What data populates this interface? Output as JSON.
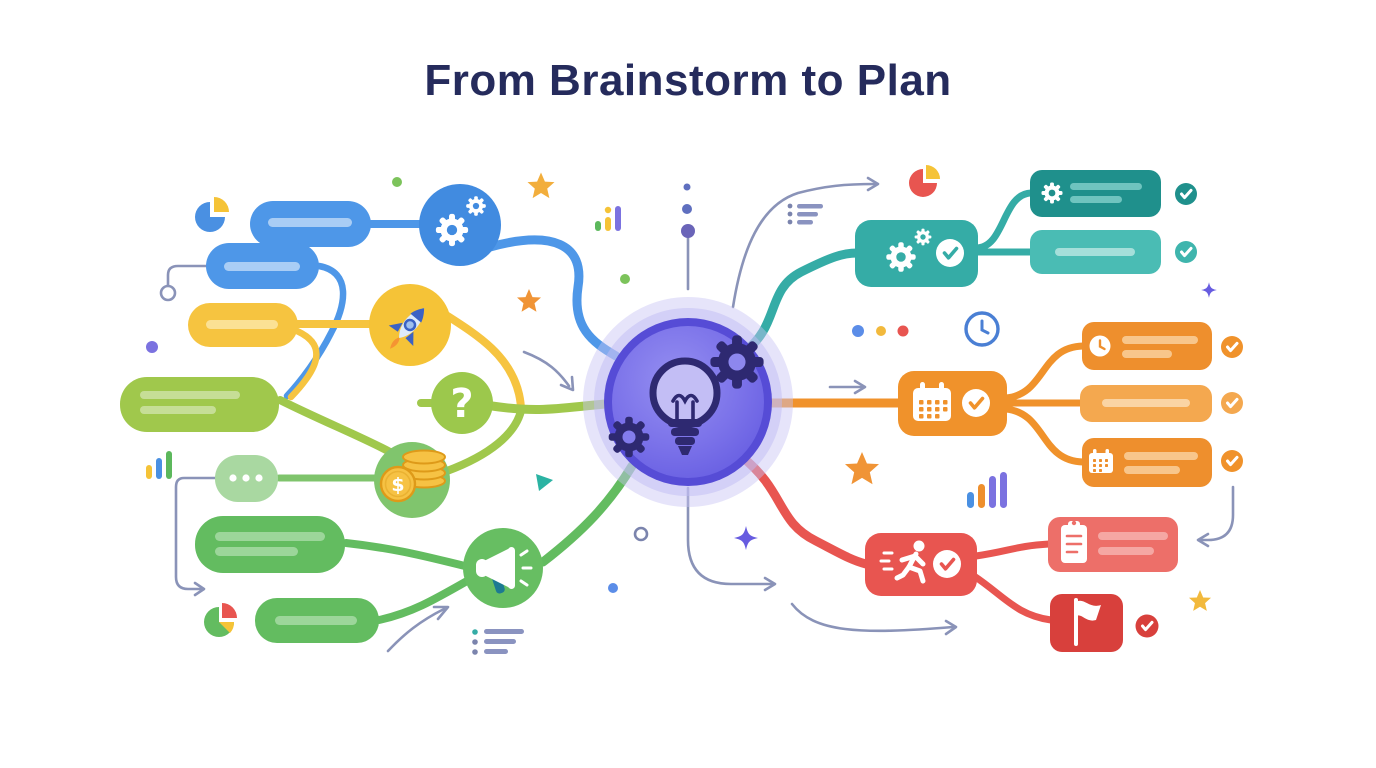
{
  "title": "From Brainstorm to Plan",
  "glyphs": {
    "question": "?",
    "dollar": "$"
  },
  "palette": {
    "title_navy": "#252B5C",
    "blue": "#4E97E8",
    "yellow": "#F6C440",
    "yellow_green": "#A0C84C",
    "green": "#63BC60",
    "light_green": "#A9D8A1",
    "teal": "#35ACA6",
    "teal_dark": "#1F908C",
    "teal_light": "#4ABCB4",
    "orange": "#F0922B",
    "orange_light": "#F4A84F",
    "red": "#E85550",
    "red_salmon": "#ED6F69",
    "red_dark": "#D8403C",
    "center_purple": "#6A61E4",
    "center_icon_navy": "#2E2971",
    "connector_gray": "#8A93B8"
  },
  "center_hub": {
    "icon": "lightbulb-gears-icon",
    "color": "#6A61E4"
  },
  "brainstorm_side": {
    "pills": [
      {
        "color": "blue",
        "placeholder_lines": 1
      },
      {
        "color": "blue",
        "placeholder_lines": 1
      },
      {
        "color": "yellow",
        "placeholder_lines": 1
      },
      {
        "color": "yellow_green",
        "placeholder_lines": 2
      },
      {
        "color": "light_green",
        "ellipsis_dots": 3
      },
      {
        "color": "green",
        "placeholder_lines": 2
      },
      {
        "color": "green",
        "placeholder_lines": 1
      }
    ],
    "icon_circles": [
      {
        "icon": "gears-icon",
        "color": "blue"
      },
      {
        "icon": "rocket-icon",
        "color": "yellow"
      },
      {
        "icon": "question-mark-icon",
        "color": "yellow_green"
      },
      {
        "icon": "coins-icon",
        "color": "green"
      },
      {
        "icon": "megaphone-icon",
        "color": "green"
      }
    ]
  },
  "plan_side": {
    "branches": [
      {
        "color": "teal",
        "main_node": {
          "icons": [
            "gears-icon",
            "check-icon"
          ]
        },
        "sub_nodes": [
          {
            "icon": "gear-icon",
            "placeholder_lines": 2,
            "check_badge": true
          },
          {
            "icon": null,
            "placeholder_lines": 1,
            "check_badge": true
          }
        ]
      },
      {
        "color": "orange",
        "main_node": {
          "icons": [
            "calendar-icon",
            "check-icon"
          ]
        },
        "sub_nodes": [
          {
            "icon": "clock-icon",
            "placeholder_lines": 2,
            "check_badge": true
          },
          {
            "icon": null,
            "placeholder_lines": 1,
            "check_badge": true
          },
          {
            "icon": "calendar-icon",
            "placeholder_lines": 2,
            "check_badge": true
          }
        ]
      },
      {
        "color": "red",
        "main_node": {
          "icons": [
            "runner-icon",
            "check-icon"
          ]
        },
        "sub_nodes": [
          {
            "icon": "clipboard-icon",
            "placeholder_lines": 2,
            "check_badge": false
          },
          {
            "icon": "flag-icon",
            "placeholder_lines": 0,
            "check_badge": true
          }
        ]
      }
    ]
  },
  "decorations": [
    {
      "type": "pie-chart",
      "colors": [
        "blue",
        "yellow"
      ]
    },
    {
      "type": "pie-chart",
      "colors": [
        "green",
        "red",
        "yellow"
      ]
    },
    {
      "type": "pie-chart",
      "colors": [
        "red",
        "yellow"
      ]
    },
    {
      "type": "bar-chart",
      "colors": [
        "yellow",
        "blue",
        "green"
      ]
    },
    {
      "type": "bar-chart",
      "colors": [
        "green",
        "yellow",
        "purple"
      ]
    },
    {
      "type": "bar-chart",
      "colors": [
        "blue",
        "orange",
        "purple",
        "purple"
      ]
    },
    {
      "type": "list-lines",
      "count": 3
    },
    {
      "type": "list-lines",
      "count": 3
    },
    {
      "type": "star",
      "color": "yellow",
      "count": 4
    },
    {
      "type": "sparkle",
      "color": "purple",
      "count": 2
    },
    {
      "type": "clock-outline",
      "color": "blue"
    },
    {
      "type": "dots-row",
      "colors": [
        "blue",
        "yellow",
        "red"
      ]
    },
    {
      "type": "play-triangle",
      "color": "teal"
    },
    {
      "type": "circle-outline",
      "color": "gray"
    },
    {
      "type": "curved-arrows",
      "color": "gray",
      "count": 7
    }
  ]
}
